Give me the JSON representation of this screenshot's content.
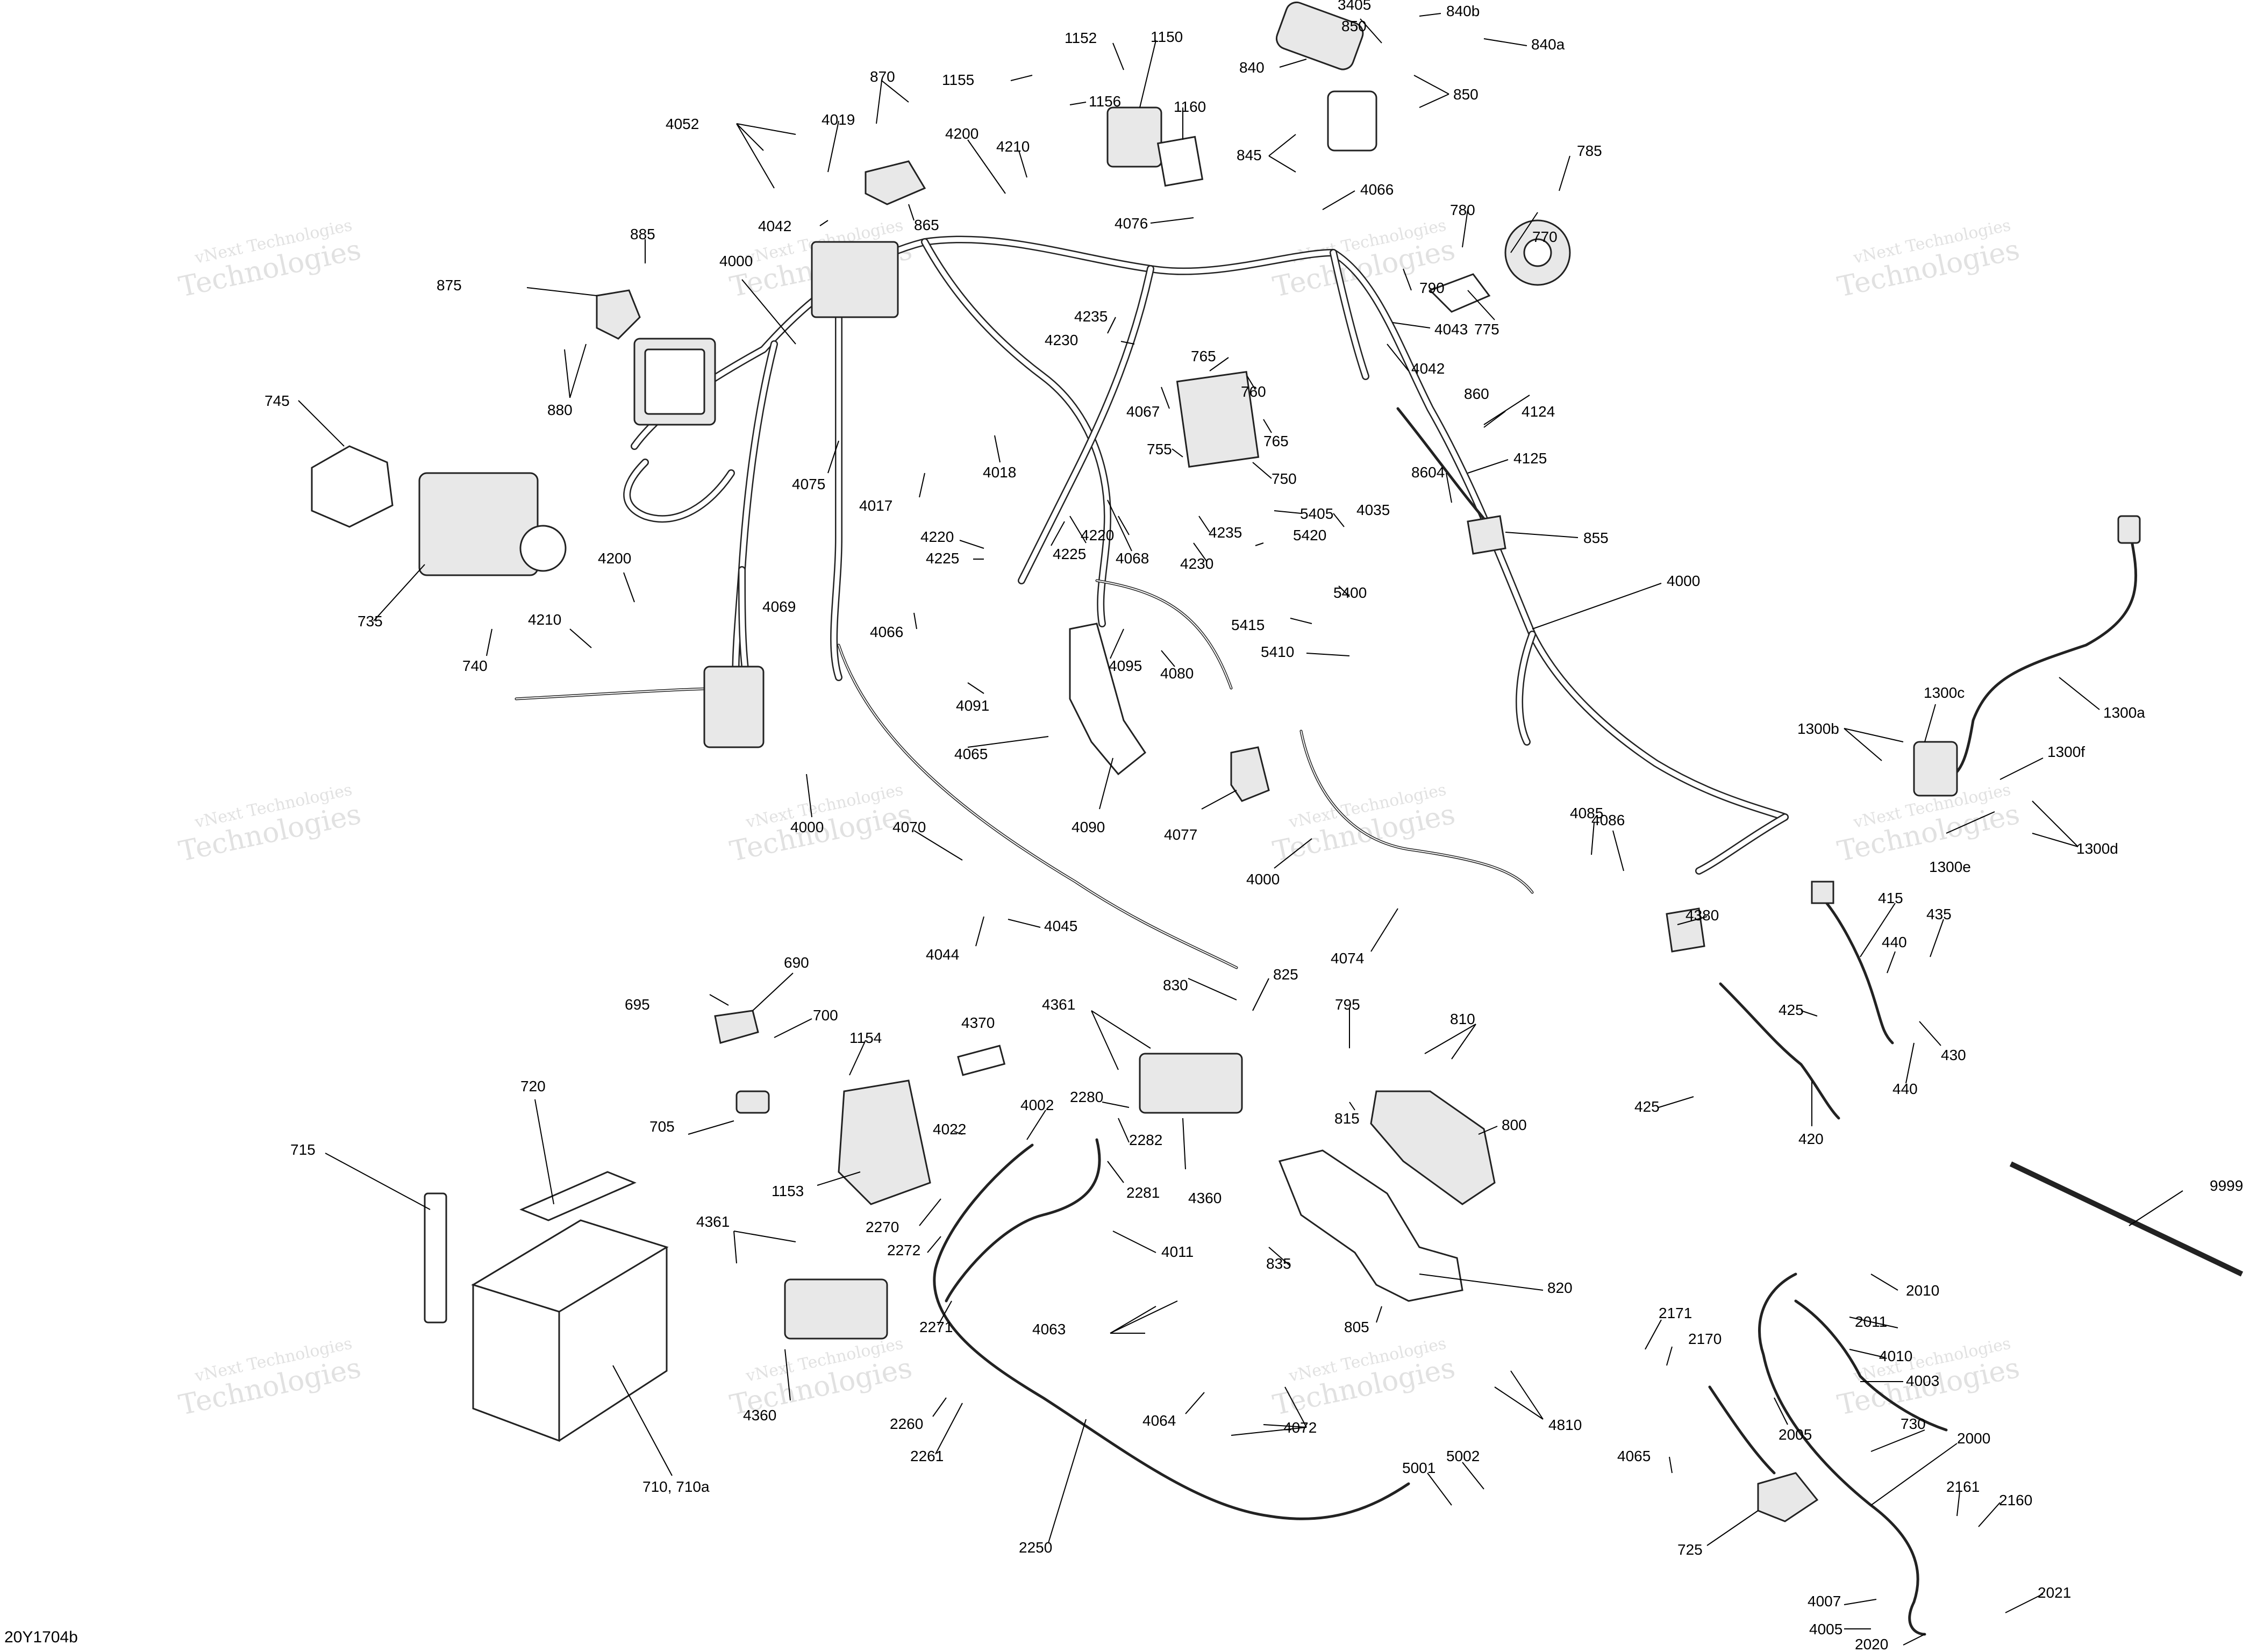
{
  "document_code": "20Y1704b",
  "watermark": {
    "line1": "vNext Technologies",
    "line2": "Technologies"
  },
  "labels": [
    {
      "id": "3405",
      "text": "3405"
    },
    {
      "id": "850a",
      "text": "850"
    },
    {
      "id": "840b",
      "text": "840b"
    },
    {
      "id": "840a",
      "text": "840a"
    },
    {
      "id": "840",
      "text": "840"
    },
    {
      "id": "850b",
      "text": "850"
    },
    {
      "id": "845",
      "text": "845"
    },
    {
      "id": "1152",
      "text": "1152"
    },
    {
      "id": "1150",
      "text": "1150"
    },
    {
      "id": "1155",
      "text": "1155"
    },
    {
      "id": "1156",
      "text": "1156"
    },
    {
      "id": "1160",
      "text": "1160"
    },
    {
      "id": "870",
      "text": "870"
    },
    {
      "id": "4052",
      "text": "4052"
    },
    {
      "id": "4019",
      "text": "4019"
    },
    {
      "id": "4200a",
      "text": "4200"
    },
    {
      "id": "4210a",
      "text": "4210"
    },
    {
      "id": "865",
      "text": "865"
    },
    {
      "id": "4042a",
      "text": "4042"
    },
    {
      "id": "4076",
      "text": "4076"
    },
    {
      "id": "4066a",
      "text": "4066"
    },
    {
      "id": "785",
      "text": "785"
    },
    {
      "id": "780",
      "text": "780"
    },
    {
      "id": "770",
      "text": "770"
    },
    {
      "id": "790",
      "text": "790"
    },
    {
      "id": "775",
      "text": "775"
    },
    {
      "id": "4043",
      "text": "4043"
    },
    {
      "id": "4042b",
      "text": "4042"
    },
    {
      "id": "885",
      "text": "885"
    },
    {
      "id": "875",
      "text": "875"
    },
    {
      "id": "880",
      "text": "880"
    },
    {
      "id": "4000a",
      "text": "4000"
    },
    {
      "id": "4235a",
      "text": "4235"
    },
    {
      "id": "4230a",
      "text": "4230"
    },
    {
      "id": "765a",
      "text": "765"
    },
    {
      "id": "760",
      "text": "760"
    },
    {
      "id": "765b",
      "text": "765"
    },
    {
      "id": "4067",
      "text": "4067"
    },
    {
      "id": "755",
      "text": "755"
    },
    {
      "id": "750",
      "text": "750"
    },
    {
      "id": "860",
      "text": "860"
    },
    {
      "id": "4124",
      "text": "4124"
    },
    {
      "id": "4125",
      "text": "4125"
    },
    {
      "id": "8604",
      "text": "8604"
    },
    {
      "id": "855",
      "text": "855"
    },
    {
      "id": "745",
      "text": "745"
    },
    {
      "id": "4075",
      "text": "4075"
    },
    {
      "id": "4018",
      "text": "4018"
    },
    {
      "id": "4017",
      "text": "4017"
    },
    {
      "id": "4220a",
      "text": "4220"
    },
    {
      "id": "4225a",
      "text": "4225"
    },
    {
      "id": "4225b",
      "text": "4225"
    },
    {
      "id": "4220b",
      "text": "4220"
    },
    {
      "id": "4068",
      "text": "4068"
    },
    {
      "id": "5405",
      "text": "5405"
    },
    {
      "id": "4035",
      "text": "4035"
    },
    {
      "id": "4235b",
      "text": "4235"
    },
    {
      "id": "5420",
      "text": "5420"
    },
    {
      "id": "4230b",
      "text": "4230"
    },
    {
      "id": "735",
      "text": "735"
    },
    {
      "id": "4200b",
      "text": "4200"
    },
    {
      "id": "4069",
      "text": "4069"
    },
    {
      "id": "4066b",
      "text": "4066"
    },
    {
      "id": "5400",
      "text": "5400"
    },
    {
      "id": "5415",
      "text": "5415"
    },
    {
      "id": "5410",
      "text": "5410"
    },
    {
      "id": "4000b",
      "text": "4000"
    },
    {
      "id": "740",
      "text": "740"
    },
    {
      "id": "4210b",
      "text": "4210"
    },
    {
      "id": "4095",
      "text": "4095"
    },
    {
      "id": "4080",
      "text": "4080"
    },
    {
      "id": "4091",
      "text": "4091"
    },
    {
      "id": "4065a",
      "text": "4065"
    },
    {
      "id": "4090",
      "text": "4090"
    },
    {
      "id": "4077",
      "text": "4077"
    },
    {
      "id": "1300c",
      "text": "1300c"
    },
    {
      "id": "1300b",
      "text": "1300b"
    },
    {
      "id": "1300a",
      "text": "1300a"
    },
    {
      "id": "1300f",
      "text": "1300f"
    },
    {
      "id": "1300e",
      "text": "1300e"
    },
    {
      "id": "1300d",
      "text": "1300d"
    },
    {
      "id": "4000c",
      "text": "4000"
    },
    {
      "id": "4070",
      "text": "4070"
    },
    {
      "id": "4000d",
      "text": "4000"
    },
    {
      "id": "4085",
      "text": "4085"
    },
    {
      "id": "4086",
      "text": "4086"
    },
    {
      "id": "4045",
      "text": "4045"
    },
    {
      "id": "4044",
      "text": "4044"
    },
    {
      "id": "4074",
      "text": "4074"
    },
    {
      "id": "4380",
      "text": "4380"
    },
    {
      "id": "415",
      "text": "415"
    },
    {
      "id": "435",
      "text": "435"
    },
    {
      "id": "440a",
      "text": "440"
    },
    {
      "id": "425a",
      "text": "425"
    },
    {
      "id": "430",
      "text": "430"
    },
    {
      "id": "440b",
      "text": "440"
    },
    {
      "id": "425b",
      "text": "425"
    },
    {
      "id": "420",
      "text": "420"
    },
    {
      "id": "690",
      "text": "690"
    },
    {
      "id": "695",
      "text": "695"
    },
    {
      "id": "700",
      "text": "700"
    },
    {
      "id": "1154",
      "text": "1154"
    },
    {
      "id": "4370",
      "text": "4370"
    },
    {
      "id": "4361a",
      "text": "4361"
    },
    {
      "id": "830",
      "text": "830"
    },
    {
      "id": "825",
      "text": "825"
    },
    {
      "id": "795",
      "text": "795"
    },
    {
      "id": "810",
      "text": "810"
    },
    {
      "id": "705",
      "text": "705"
    },
    {
      "id": "4002",
      "text": "4002"
    },
    {
      "id": "2280",
      "text": "2280"
    },
    {
      "id": "2282",
      "text": "2282"
    },
    {
      "id": "815",
      "text": "815"
    },
    {
      "id": "800",
      "text": "800"
    },
    {
      "id": "4022",
      "text": "4022"
    },
    {
      "id": "1153",
      "text": "1153"
    },
    {
      "id": "2281",
      "text": "2281"
    },
    {
      "id": "4360a",
      "text": "4360"
    },
    {
      "id": "2270",
      "text": "2270"
    },
    {
      "id": "2272",
      "text": "2272"
    },
    {
      "id": "4011",
      "text": "4011"
    },
    {
      "id": "835",
      "text": "835"
    },
    {
      "id": "720",
      "text": "720"
    },
    {
      "id": "715",
      "text": "715"
    },
    {
      "id": "4361b",
      "text": "4361"
    },
    {
      "id": "2271",
      "text": "2271"
    },
    {
      "id": "4063",
      "text": "4063"
    },
    {
      "id": "805",
      "text": "805"
    },
    {
      "id": "820",
      "text": "820"
    },
    {
      "id": "9999",
      "text": "9999"
    },
    {
      "id": "2010",
      "text": "2010"
    },
    {
      "id": "2011",
      "text": "2011"
    },
    {
      "id": "2171",
      "text": "2171"
    },
    {
      "id": "2170",
      "text": "2170"
    },
    {
      "id": "4010",
      "text": "4010"
    },
    {
      "id": "4003",
      "text": "4003"
    },
    {
      "id": "4360b",
      "text": "4360"
    },
    {
      "id": "2260",
      "text": "2260"
    },
    {
      "id": "4064",
      "text": "4064"
    },
    {
      "id": "4072",
      "text": "4072"
    },
    {
      "id": "4810",
      "text": "4810"
    },
    {
      "id": "2261",
      "text": "2261"
    },
    {
      "id": "5001",
      "text": "5001"
    },
    {
      "id": "5002",
      "text": "5002"
    },
    {
      "id": "2005",
      "text": "2005"
    },
    {
      "id": "730",
      "text": "730"
    },
    {
      "id": "2000",
      "text": "2000"
    },
    {
      "id": "4065b",
      "text": "4065"
    },
    {
      "id": "2161",
      "text": "2161"
    },
    {
      "id": "2160",
      "text": "2160"
    },
    {
      "id": "710",
      "text": "710, 710a"
    },
    {
      "id": "2250",
      "text": "2250"
    },
    {
      "id": "725",
      "text": "725"
    },
    {
      "id": "4007",
      "text": "4007"
    },
    {
      "id": "4005",
      "text": "4005"
    },
    {
      "id": "2021",
      "text": "2021"
    },
    {
      "id": "2020",
      "text": "2020"
    }
  ]
}
